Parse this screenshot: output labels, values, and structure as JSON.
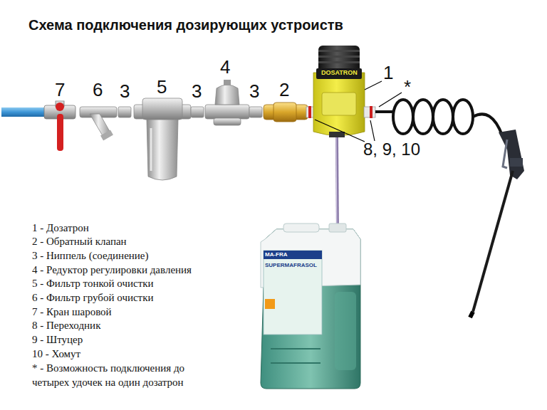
{
  "diagram": {
    "title": "Схема подключения дозирующих устроиств",
    "labels": [
      "7",
      "6",
      "3",
      "5",
      "3",
      "4",
      "3",
      "2",
      "1",
      "*",
      "8, 9, 10",
      "DOSATRON",
      "MA-FRA",
      "SUPERMAFRASOL",
      "1 - Дозатрон",
      "2 - Обратный клапан",
      "3 - Ниппель (соединение)",
      "4 - Редуктор регулировки давления",
      "5 - Фильтр тонкой очистки",
      "6 - Фильтр грубой очистки",
      "7 - Кран шаровой",
      "8 - Переходник",
      "9 - Штуцер",
      "10 - Хомут",
      "* - Возможность подключения до четырех удочек на один дозатрон"
    ]
  }
}
